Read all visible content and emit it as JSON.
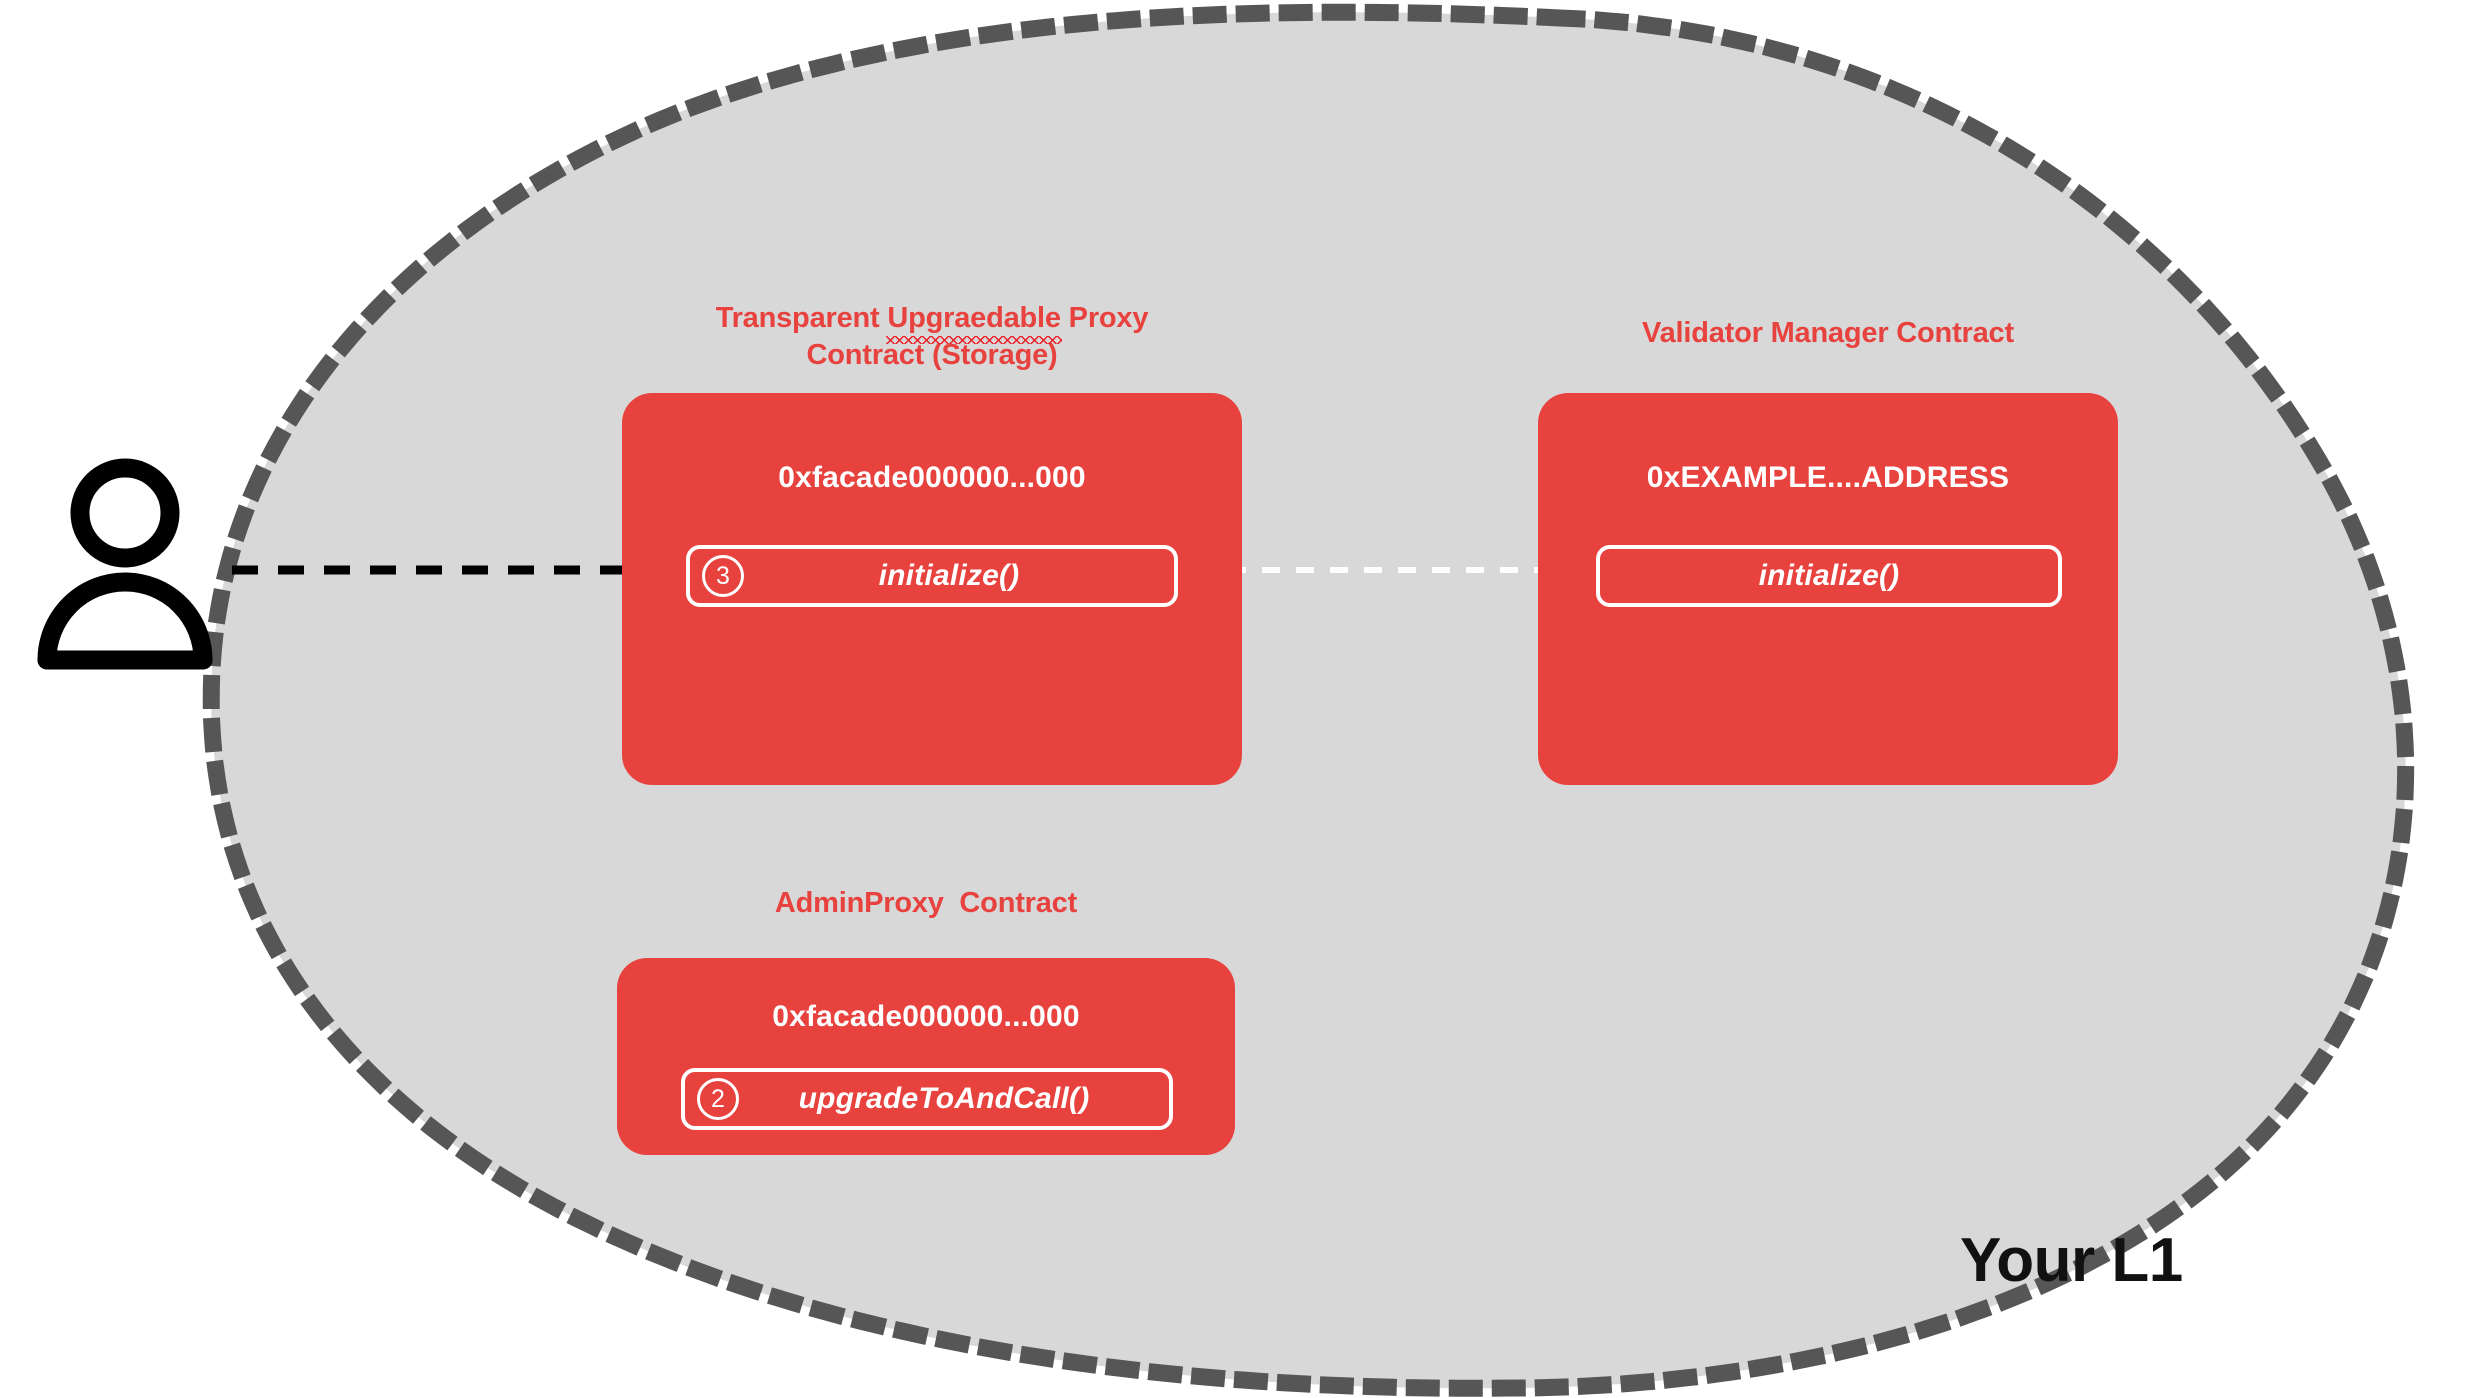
{
  "diagram": {
    "region_label": "Your L1",
    "colors": {
      "contract_red": "#E8423F",
      "region_fill": "#D8D8D8",
      "region_border": "#565656",
      "actor_black": "#000000",
      "method_white": "#FFFFFF",
      "spellcheck_red": "#ED1C24"
    },
    "actor": {
      "icon": "person-icon"
    },
    "contracts": [
      {
        "id": "transparent-upgradeable-proxy",
        "title_line1_pre": "Transparent ",
        "title_line1_misspelled": "Upgraedable",
        "title_line1_post": " Proxy",
        "title_line2": "Contract (Storage)",
        "title_full": "Transparent Upgraedable Proxy Contract (Storage)",
        "address": "0xfacade000000...000",
        "methods": [
          {
            "badge": "3",
            "label": "initialize()"
          }
        ]
      },
      {
        "id": "validator-manager",
        "title_full": "Validator Manager Contract",
        "address": "0xEXAMPLE....ADDRESS",
        "methods": [
          {
            "badge": "",
            "label": "initialize()"
          }
        ]
      },
      {
        "id": "admin-proxy",
        "title_full": "AdminProxy  Contract",
        "address": "0xfacade000000...000",
        "methods": [
          {
            "badge": "2",
            "label": "upgradeToAndCall()"
          }
        ]
      }
    ],
    "arrows": [
      {
        "id": "user-to-proxy",
        "style": "dashed-black-solid-head",
        "from": "person-icon",
        "to": "transparent-upgradeable-proxy.initialize"
      },
      {
        "id": "proxy-to-validator-manager",
        "style": "dashed-white-open-head",
        "from": "transparent-upgradeable-proxy.initialize",
        "to": "validator-manager.initialize"
      }
    ]
  }
}
